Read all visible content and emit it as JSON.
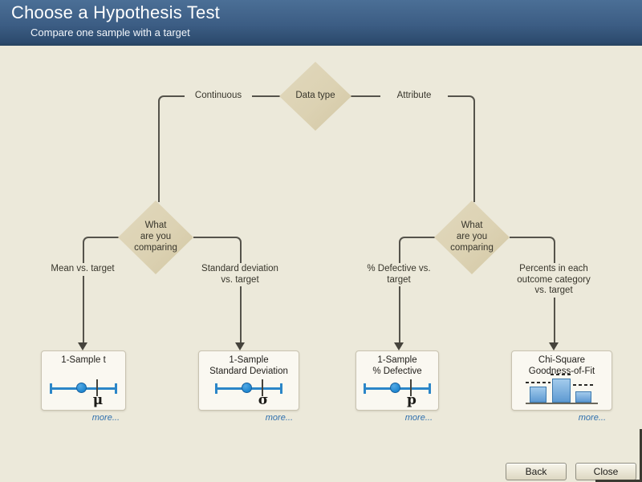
{
  "header": {
    "title": "Choose a Hypothesis Test",
    "subtitle": "Compare one sample with a target"
  },
  "tree": {
    "root_label": "Data type",
    "branch_left": "Continuous",
    "branch_right": "Attribute",
    "question_lines": [
      "What",
      "are you",
      "comparing"
    ],
    "labels": {
      "mean_lines": [
        "Mean vs. target"
      ],
      "stdev_lines": [
        "Standard deviation",
        "vs. target"
      ],
      "defective_lines": [
        "% Defective vs.",
        "target"
      ],
      "percents_lines": [
        "Percents in each",
        "outcome category",
        "vs. target"
      ]
    }
  },
  "cards": [
    {
      "title_lines": [
        "1-Sample t"
      ],
      "symbol": "μ",
      "icon": "interval-plot-icon",
      "more_label": "more..."
    },
    {
      "title_lines": [
        "1-Sample",
        "Standard Deviation"
      ],
      "symbol": "σ",
      "icon": "interval-plot-icon",
      "more_label": "more..."
    },
    {
      "title_lines": [
        "1-Sample",
        "% Defective"
      ],
      "symbol": "p",
      "icon": "interval-plot-icon",
      "more_label": "more..."
    },
    {
      "title_lines": [
        "Chi-Square",
        "Goodness-of-Fit"
      ],
      "icon": "bar-chart-icon",
      "more_label": "more..."
    }
  ],
  "footer": {
    "back_label": "Back",
    "close_label": "Close"
  },
  "colors": {
    "header_top": "#4b6f96",
    "header_bottom": "#2c4b6e",
    "background": "#ece9da",
    "diamond": "#dcd2b3",
    "line": "#55534b",
    "card_bg": "#faf8f1",
    "link": "#2f6fad",
    "icon_blue": "#2b86c8"
  }
}
